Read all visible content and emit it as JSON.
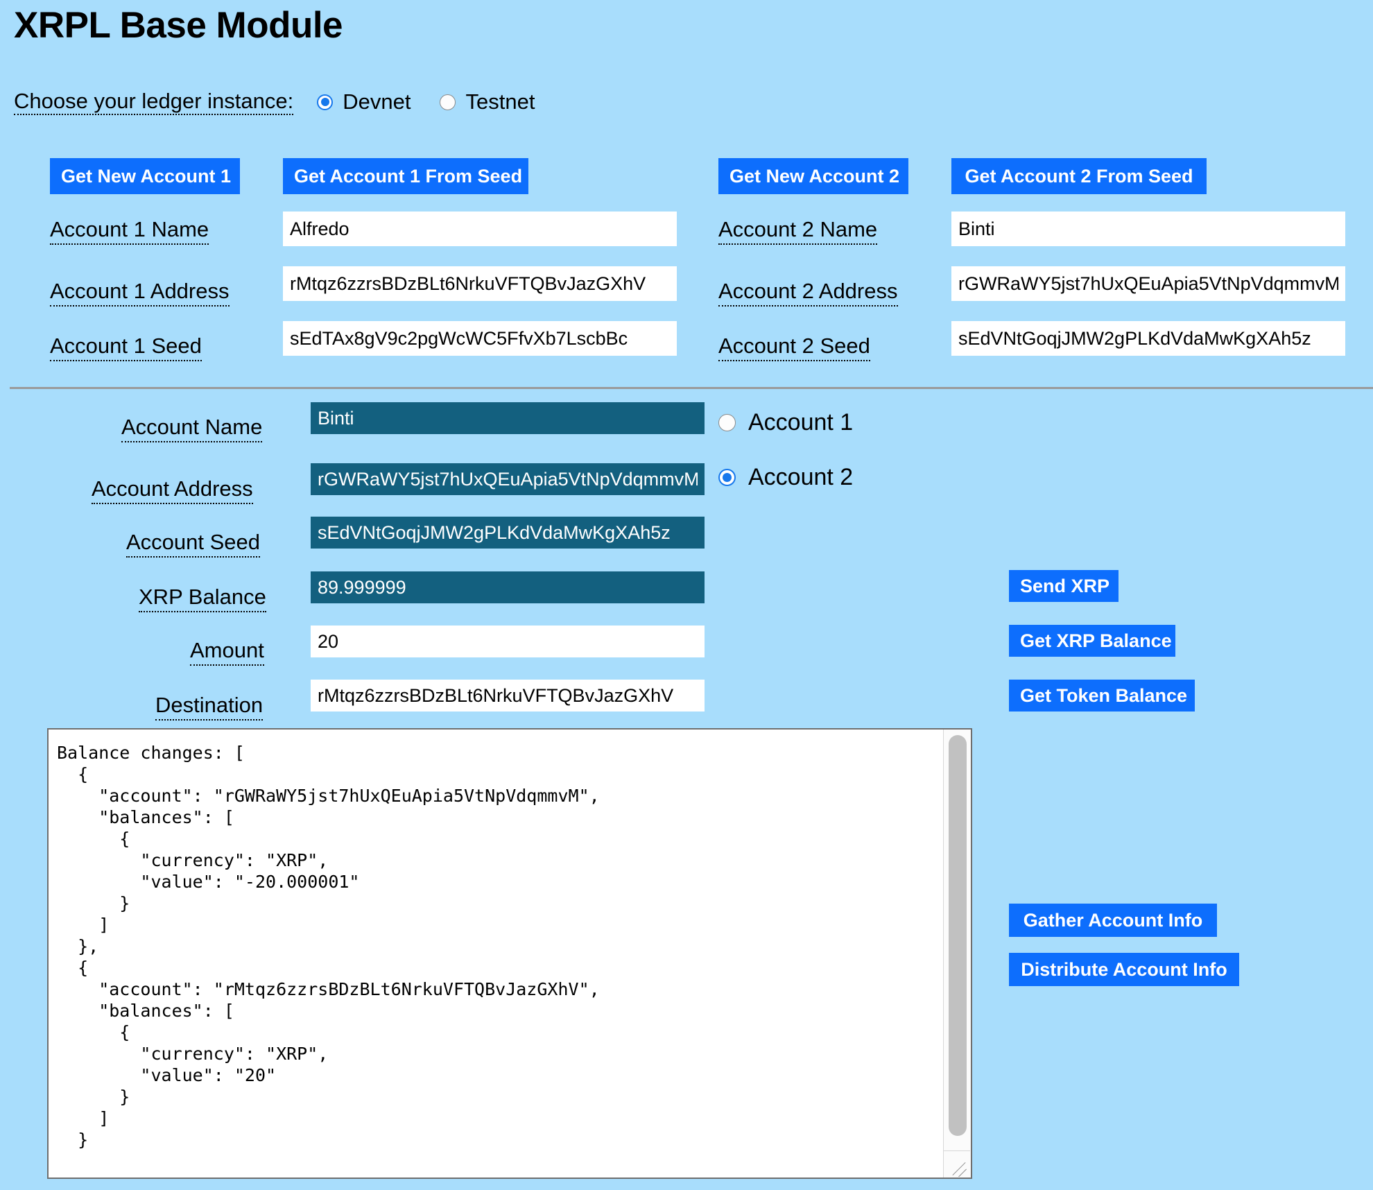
{
  "page": {
    "title": "XRPL Base Module",
    "background_color": "#a8ddfc",
    "accent_color": "#0d6efd",
    "readonly_field_color": "#13607f"
  },
  "ledger": {
    "label": "Choose your ledger instance:",
    "options": [
      {
        "label": "Devnet",
        "selected": true
      },
      {
        "label": "Testnet",
        "selected": false
      }
    ]
  },
  "accounts_section": {
    "buttons": {
      "get_new_account_1": "Get New Account 1",
      "get_account_1_from_seed": "Get Account 1 From Seed",
      "get_new_account_2": "Get New Account 2",
      "get_account_2_from_seed": "Get Account 2 From Seed"
    },
    "account1": {
      "name_label": "Account 1 Name",
      "name_value": "Alfredo",
      "address_label": "Account 1 Address",
      "address_value": "rMtqz6zzrsBDzBLt6NrkuVFTQBvJazGXhV",
      "seed_label": "Account 1 Seed",
      "seed_value": "sEdTAx8gV9c2pgWcWC5FfvXb7LscbBc"
    },
    "account2": {
      "name_label": "Account 2 Name",
      "name_value": "Binti",
      "address_label": "Account 2 Address",
      "address_value": "rGWRaWY5jst7hUxQEuApia5VtNpVdqmmvM",
      "seed_label": "Account 2 Seed",
      "seed_value": "sEdVNtGoqjJMW2gPLKdVdaMwKgXAh5z"
    }
  },
  "active_section": {
    "fields": {
      "account_name_label": "Account Name",
      "account_name_value": "Binti",
      "account_address_label": "Account Address",
      "account_address_value": "rGWRaWY5jst7hUxQEuApia5VtNpVdqmmvM",
      "account_seed_label": "Account Seed",
      "account_seed_value": "sEdVNtGoqjJMW2gPLKdVdaMwKgXAh5z",
      "xrp_balance_label": "XRP Balance",
      "xrp_balance_value": "89.999999",
      "amount_label": "Amount",
      "amount_value": "20",
      "destination_label": "Destination",
      "destination_value": "rMtqz6zzrsBDzBLt6NrkuVFTQBvJazGXhV"
    },
    "account_selector": [
      {
        "label": "Account 1",
        "selected": false
      },
      {
        "label": "Account 2",
        "selected": true
      }
    ],
    "buttons": {
      "send_xrp": "Send XRP",
      "get_xrp_balance": "Get XRP Balance",
      "get_token_balance": "Get Token Balance",
      "gather_account_info": "Gather Account Info",
      "distribute_account_info": "Distribute Account Info"
    }
  },
  "log": {
    "content": "Balance changes: [\n  {\n    \"account\": \"rGWRaWY5jst7hUxQEuApia5VtNpVdqmmvM\",\n    \"balances\": [\n      {\n        \"currency\": \"XRP\",\n        \"value\": \"-20.000001\"\n      }\n    ]\n  },\n  {\n    \"account\": \"rMtqz6zzrsBDzBLt6NrkuVFTQBvJazGXhV\",\n    \"balances\": [\n      {\n        \"currency\": \"XRP\",\n        \"value\": \"20\"\n      }\n    ]\n  }"
  }
}
